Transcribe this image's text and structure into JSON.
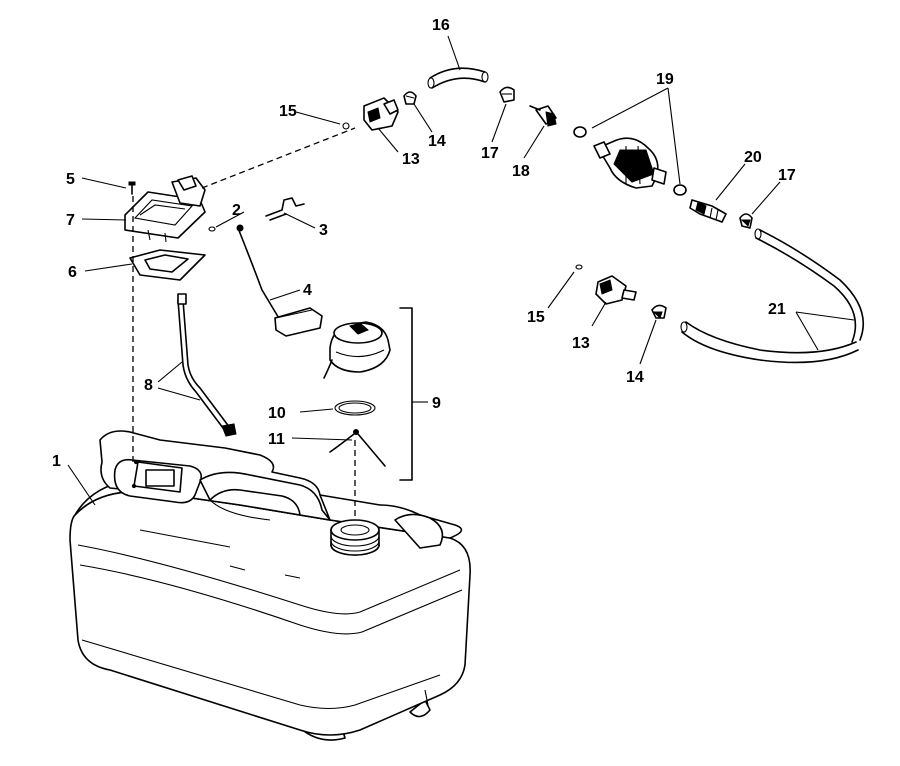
{
  "callouts": {
    "c1": "1",
    "c2": "2",
    "c3": "3",
    "c4": "4",
    "c5": "5",
    "c6": "6",
    "c7": "7",
    "c8": "8",
    "c9": "9",
    "c10": "10",
    "c11": "11",
    "c13a": "13",
    "c13b": "13",
    "c14a": "14",
    "c14b": "14",
    "c15a": "15",
    "c15b": "15",
    "c16": "16",
    "c17a": "17",
    "c17b": "17",
    "c18": "18",
    "c19": "19",
    "c20": "20",
    "c21": "21"
  }
}
